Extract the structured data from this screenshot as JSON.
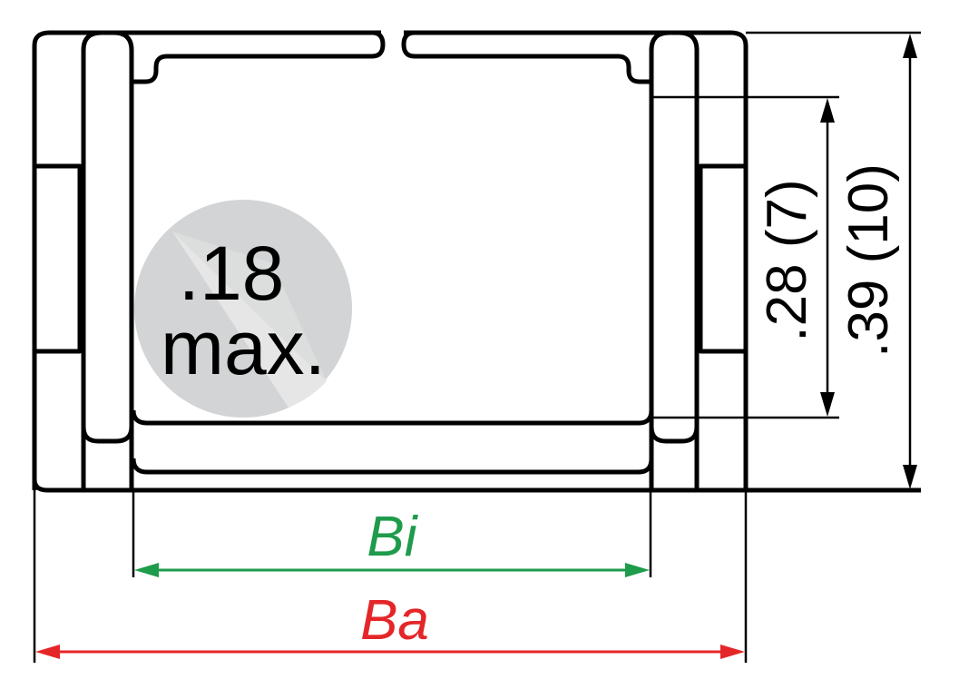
{
  "labels": {
    "max_text_line1": ".18",
    "max_text_line2": "max.",
    "inner_height": ".28 (7)",
    "outer_height": ".39 (10)",
    "inner_width": "Bi",
    "outer_width": "Ba"
  },
  "colors": {
    "inner_width": "#1e9b4b",
    "outer_width": "#e52629",
    "badge": "#d3d4d5"
  }
}
